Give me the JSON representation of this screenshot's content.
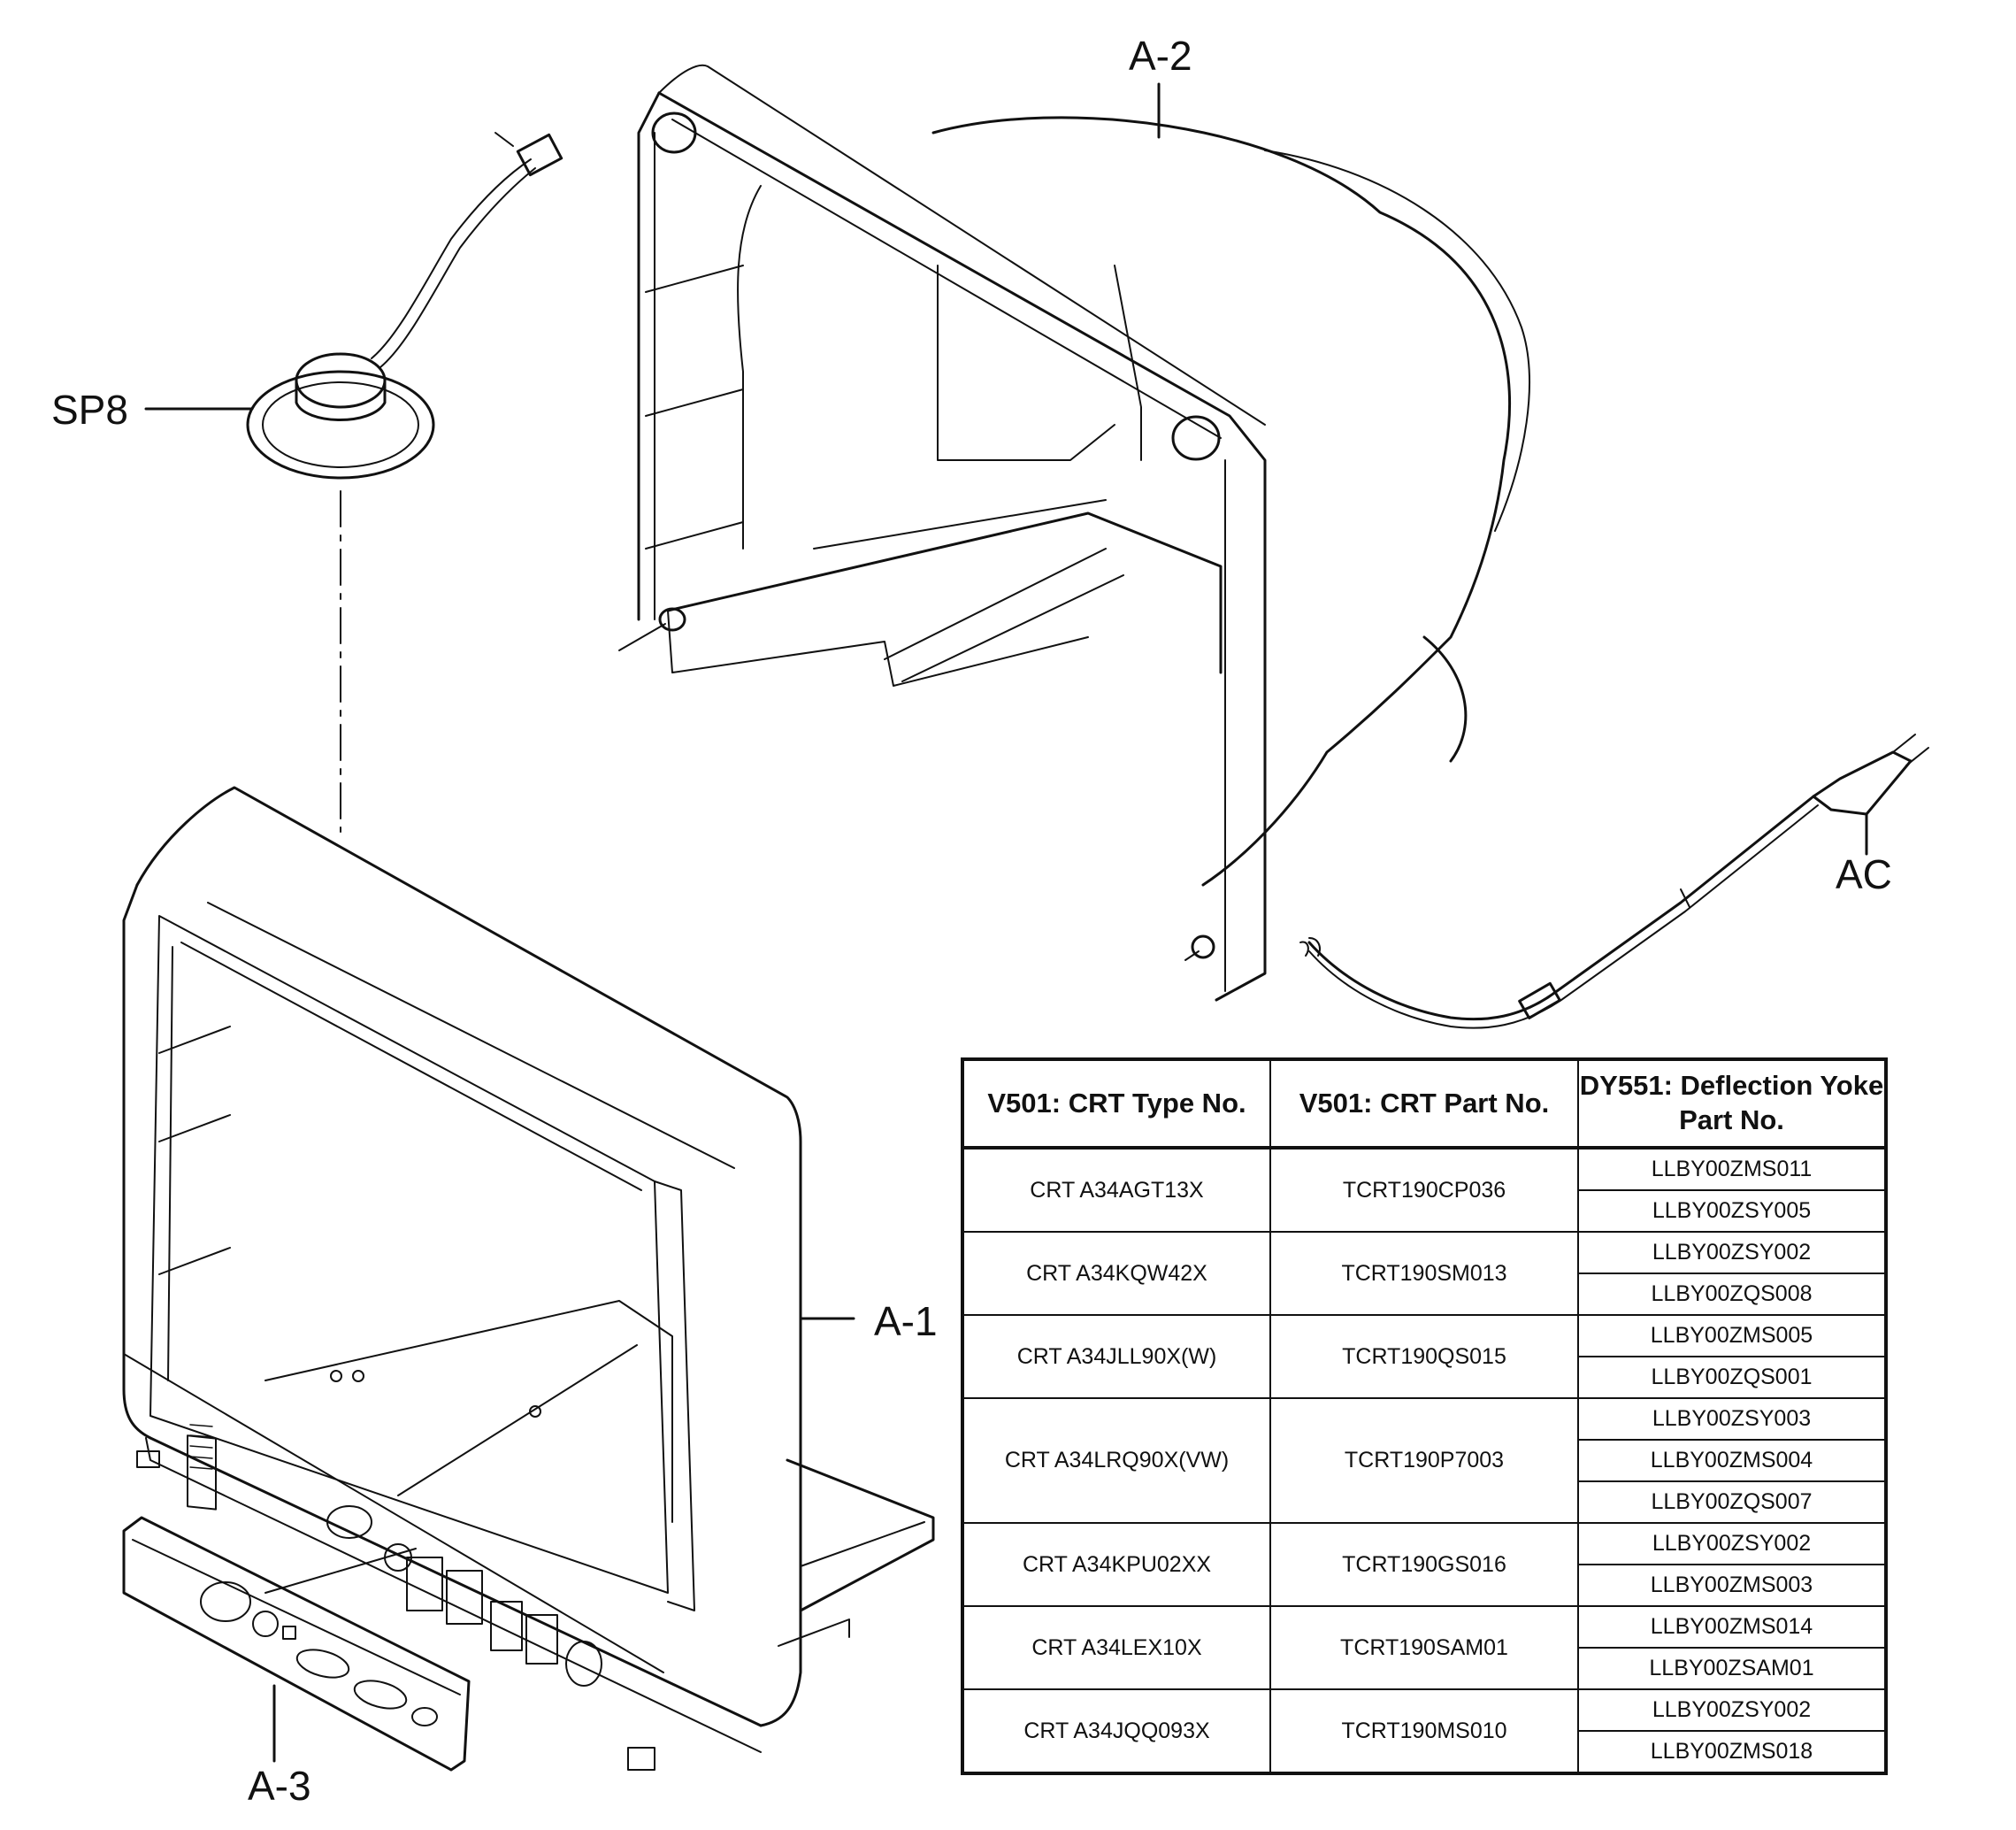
{
  "labels": {
    "a2": "A-2",
    "sp8": "SP8",
    "ac": "AC",
    "a1": "A-1",
    "a3": "A-3"
  },
  "table": {
    "headers": [
      "V501: CRT Type No.",
      "V501: CRT Part No.",
      "DY551: Deflection Yoke Part No."
    ],
    "rows": [
      {
        "type": "CRT A34AGT13X",
        "part": "TCRT190CP036",
        "yokes": [
          "LLBY00ZMS011",
          "LLBY00ZSY005"
        ]
      },
      {
        "type": "CRT A34KQW42X",
        "part": "TCRT190SM013",
        "yokes": [
          "LLBY00ZSY002",
          "LLBY00ZQS008"
        ]
      },
      {
        "type": "CRT A34JLL90X(W)",
        "part": "TCRT190QS015",
        "yokes": [
          "LLBY00ZMS005",
          "LLBY00ZQS001"
        ]
      },
      {
        "type": "CRT A34LRQ90X(VW)",
        "part": "TCRT190P7003",
        "yokes": [
          "LLBY00ZSY003",
          "LLBY00ZMS004",
          "LLBY00ZQS007"
        ]
      },
      {
        "type": "CRT A34KPU02XX",
        "part": "TCRT190GS016",
        "yokes": [
          "LLBY00ZSY002",
          "LLBY00ZMS003"
        ]
      },
      {
        "type": "CRT A34LEX10X",
        "part": "TCRT190SAM01",
        "yokes": [
          "LLBY00ZMS014",
          "LLBY00ZSAM01"
        ]
      },
      {
        "type": "CRT A34JQQ093X",
        "part": "TCRT190MS010",
        "yokes": [
          "LLBY00ZSY002",
          "LLBY00ZMS018"
        ]
      }
    ]
  }
}
